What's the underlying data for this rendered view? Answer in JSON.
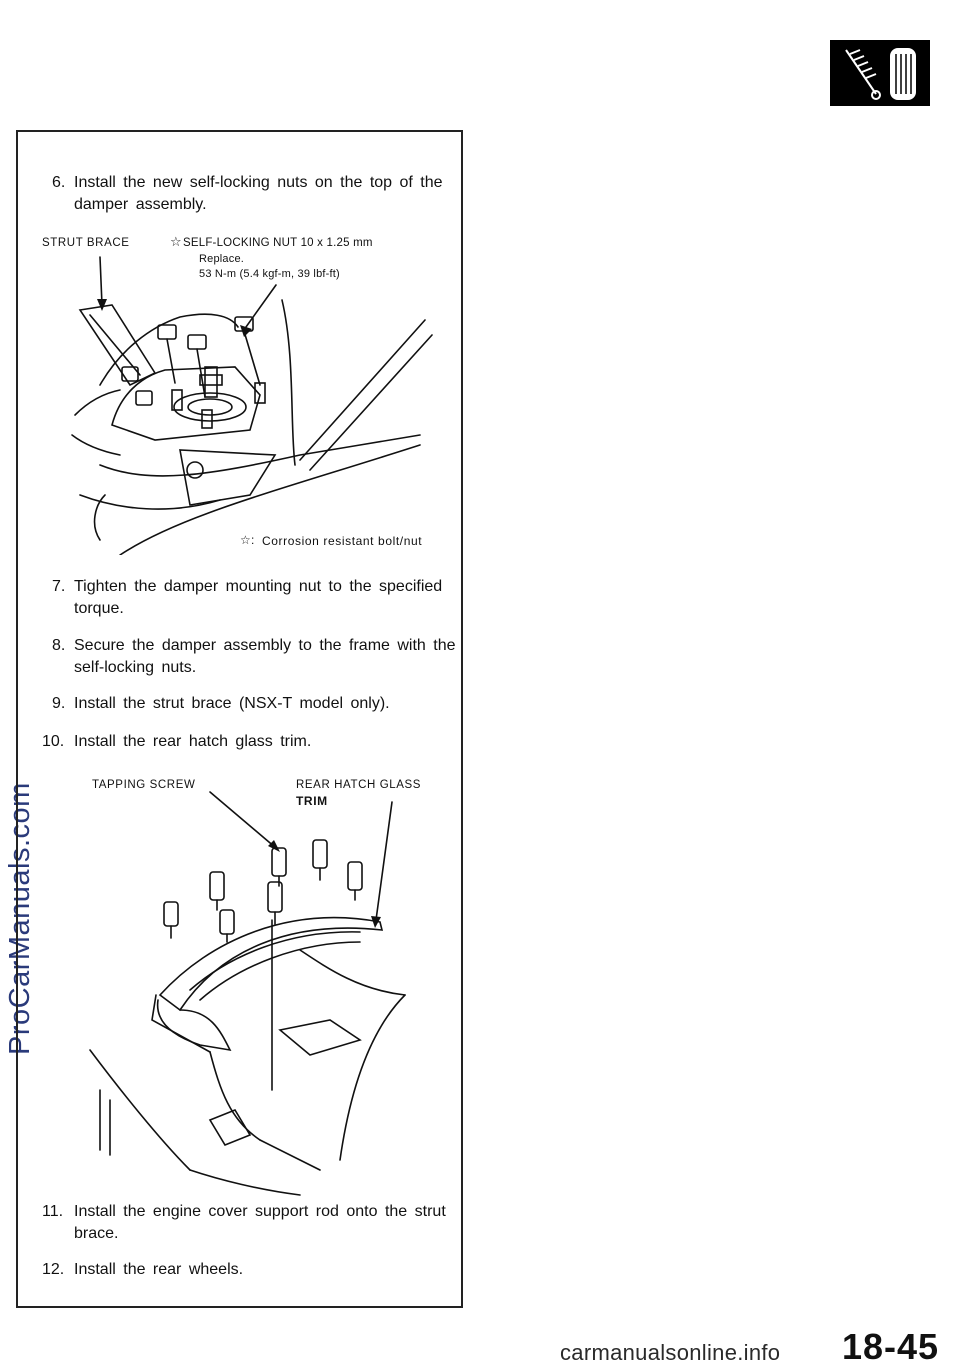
{
  "watermark": "ProCarManuals.com",
  "steps": {
    "s6": {
      "num": "6.",
      "line1": "Install the new self-locking nuts on the top of the",
      "line2": "damper assembly."
    },
    "s7": {
      "num": "7.",
      "line1": "Tighten the damper mounting nut to the specified",
      "line2": "torque."
    },
    "s8": {
      "num": "8.",
      "line1": "Secure the damper assembly to the frame with the",
      "line2": "self-locking nuts."
    },
    "s9": {
      "num": "9.",
      "line1": "Install the strut brace (NSX-T model only)."
    },
    "s10": {
      "num": "10.",
      "line1": "Install the rear hatch glass trim."
    },
    "s11": {
      "num": "11.",
      "line1": "Install the engine cover support rod onto the strut",
      "line2": "brace."
    },
    "s12": {
      "num": "12.",
      "line1": "Install the rear wheels."
    }
  },
  "figure1": {
    "strut_brace": "STRUT BRACE",
    "nut_title": "SELF-LOCKING NUT 10 x 1.25 mm",
    "nut_replace": "Replace.",
    "nut_torque": "53 N-m (5.4 kgf-m, 39 lbf-ft)",
    "legend_symbol": "☆:",
    "legend_text": "Corrosion resistant bolt/nut",
    "star": "☆"
  },
  "figure2": {
    "tapping_screw": "TAPPING SCREW",
    "rear_hatch_glass": "REAR HATCH GLASS",
    "trim": "TRIM"
  },
  "footer": {
    "page_number": "18-45",
    "site": "carmanualsonline.info"
  }
}
